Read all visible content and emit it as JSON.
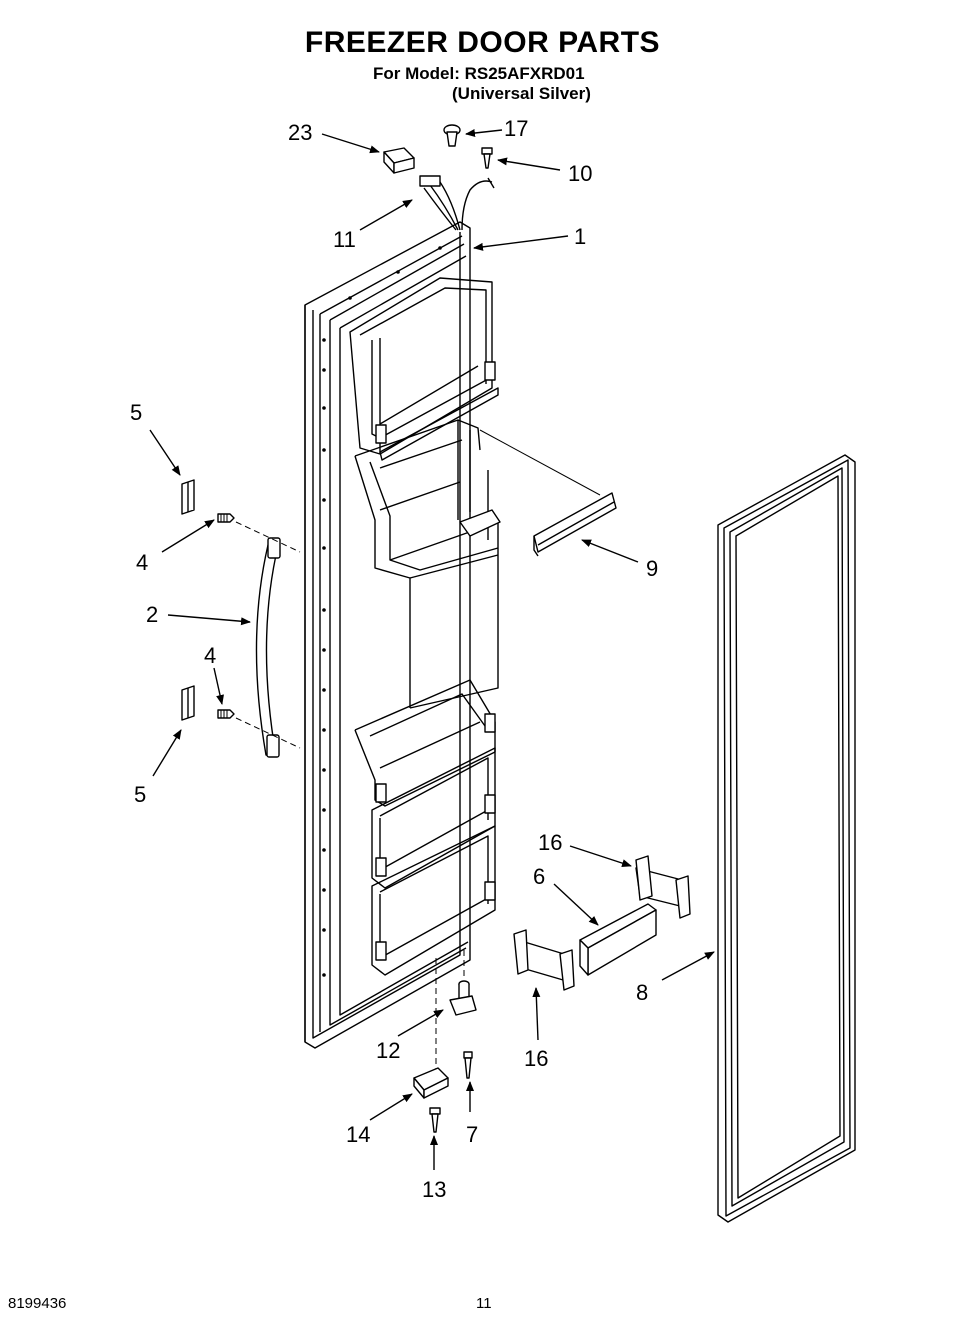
{
  "header": {
    "title": "FREEZER DOOR PARTS",
    "model_line": "For Model: RS25AFXRD01",
    "color_line": "(Universal Silver)"
  },
  "footer": {
    "document_number": "8199436",
    "page_number": "11"
  },
  "callouts": {
    "p1": "1",
    "p2": "2",
    "p4a": "4",
    "p4b": "4",
    "p5a": "5",
    "p5b": "5",
    "p6": "6",
    "p7": "7",
    "p8": "8",
    "p9": "9",
    "p10": "10",
    "p11": "11",
    "p12": "12",
    "p13": "13",
    "p14": "14",
    "p16a": "16",
    "p16b": "16",
    "p17": "17",
    "p23": "23"
  }
}
